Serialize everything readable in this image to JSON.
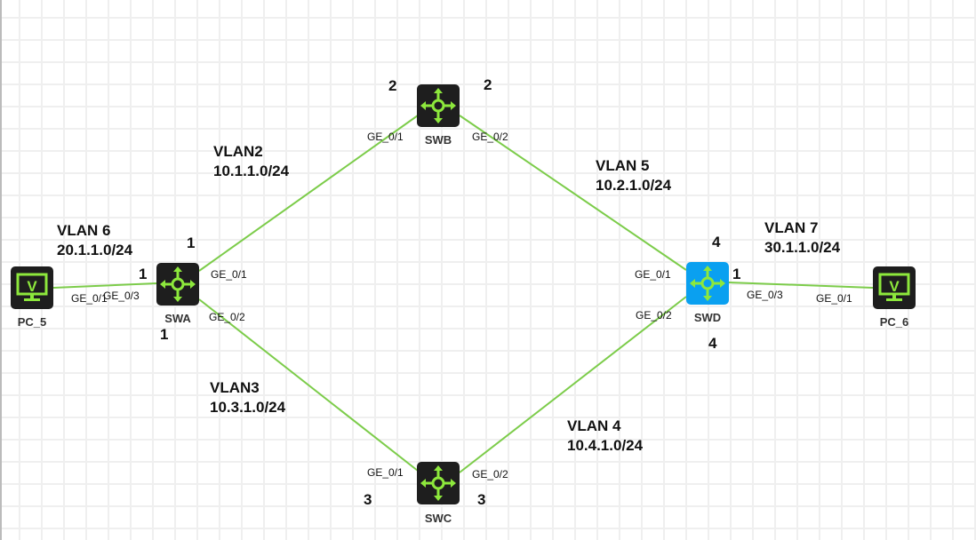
{
  "colors": {
    "link": "#7ccc4a",
    "device_dark": "#1e1e1e",
    "device_selected": "#0aa0f0",
    "icon_green": "#8de83c"
  },
  "nodes": {
    "pc5": "PC_5",
    "swa": "SWA",
    "swb": "SWB",
    "swc": "SWC",
    "swd": "SWD",
    "pc6": "PC_6"
  },
  "vlans": {
    "vlan6": {
      "name": "VLAN 6",
      "subnet": "20.1.1.0/24"
    },
    "vlan2": {
      "name": "VLAN2",
      "subnet": "10.1.1.0/24"
    },
    "vlan3": {
      "name": "VLAN3",
      "subnet": "10.3.1.0/24"
    },
    "vlan5": {
      "name": "VLAN 5",
      "subnet": "10.2.1.0/24"
    },
    "vlan4": {
      "name": "VLAN 4",
      "subnet": "10.4.1.0/24"
    },
    "vlan7": {
      "name": "VLAN 7",
      "subnet": "30.1.1.0/24"
    }
  },
  "ports": {
    "pc5_p": "GE_0/1",
    "swa_p3": "GE_0/3",
    "swa_p1": "GE_0/1",
    "swa_p2": "GE_0/2",
    "swb_p1": "GE_0/1",
    "swb_p2": "GE_0/2",
    "swc_p1": "GE_0/1",
    "swc_p2": "GE_0/2",
    "swd_p1": "GE_0/1",
    "swd_p2": "GE_0/2",
    "swd_p3": "GE_0/3",
    "pc6_p": "GE_0/1"
  },
  "numbers": {
    "swa_a": "1",
    "swa_b": "1",
    "swa_c": "1",
    "swb_a": "2",
    "swb_b": "2",
    "swc_a": "3",
    "swc_b": "3",
    "swd_a": "4",
    "swd_b": "1",
    "swd_c": "4"
  }
}
